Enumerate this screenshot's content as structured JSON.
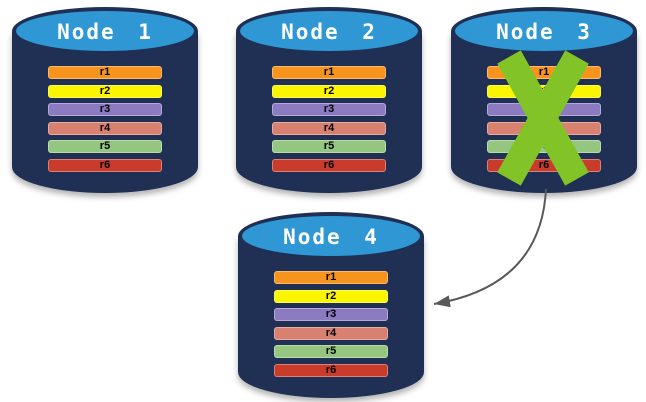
{
  "diagram": {
    "background": "#ffffff"
  },
  "colors": {
    "cylinder_body": "#1f3054",
    "cylinder_top": "#2f97d4",
    "node_label": "#ffffff",
    "replica_label": "#000000",
    "failure_x": "#82c327",
    "arrow": "#595959"
  },
  "replica_colors": {
    "r1": "#f7941e",
    "r2": "#fbf500",
    "r3": "#8d7bc1",
    "r4": "#d88171",
    "r5": "#94c680",
    "r6": "#c93b2b"
  },
  "nodes": [
    {
      "label": "Node 1",
      "failed": false,
      "replicas": [
        "r1",
        "r2",
        "r3",
        "r4",
        "r5",
        "r6"
      ]
    },
    {
      "label": "Node 2",
      "failed": false,
      "replicas": [
        "r1",
        "r2",
        "r3",
        "r4",
        "r5",
        "r6"
      ]
    },
    {
      "label": "Node 3",
      "failed": true,
      "replicas": [
        "r1",
        "r2",
        "r3",
        "r4",
        "r5",
        "r6"
      ]
    },
    {
      "label": "Node 4",
      "failed": false,
      "replicas": [
        "r1",
        "r2",
        "r3",
        "r4",
        "r5",
        "r6"
      ]
    }
  ],
  "icons": {
    "failure_x": "x-mark",
    "failover_arrow": "curved-arrow"
  }
}
